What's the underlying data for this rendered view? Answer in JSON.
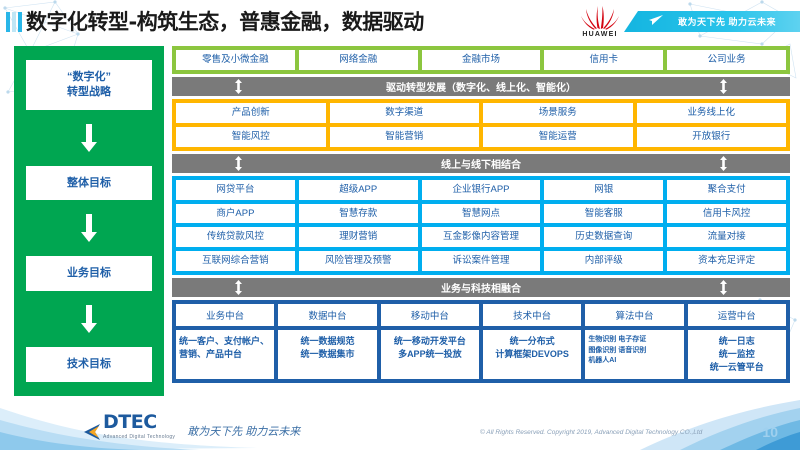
{
  "header": {
    "title": "数字化转型-构筑生态，普惠金融，数据驱动",
    "huawei_logo_name": "huawei-logo",
    "huawei_wordmark": "HUAWEI",
    "banner_slogan": "敢为天下先 助力云未来",
    "banner_icon": "paper-plane-icon"
  },
  "strategy": {
    "boxes": [
      {
        "line1": "“数字化”",
        "line2": "转型战略"
      },
      {
        "line1": "整体目标",
        "line2": ""
      },
      {
        "line1": "业务目标",
        "line2": ""
      },
      {
        "line1": "技术目标",
        "line2": ""
      }
    ]
  },
  "business_band": {
    "color": "#8cc63f",
    "items": [
      "零售及小微金融",
      "网络金融",
      "金融市场",
      "信用卡",
      "公司业务"
    ]
  },
  "divider1": {
    "label": "驱动转型发展（数字化、线上化、智能化）",
    "color": "#7a7a7a"
  },
  "transform_band": {
    "color": "#ffb600",
    "rows": [
      [
        "产品创新",
        "数字渠道",
        "场景服务",
        "业务线上化"
      ],
      [
        "智能风控",
        "智能营销",
        "智能运营",
        "开放银行"
      ]
    ]
  },
  "divider2": {
    "label": "线上与线下相结合",
    "color": "#7a7a7a"
  },
  "channel_band": {
    "color": "#00aeef",
    "rows": [
      [
        "网贷平台",
        "超级APP",
        "企业银行APP",
        "网银",
        "聚合支付"
      ],
      [
        "商户APP",
        "智慧存款",
        "智慧网点",
        "智能客服",
        "信用卡风控"
      ],
      [
        "传统贷款风控",
        "理财营销",
        "互金影像内容管理",
        "历史数据查询",
        "流量对接"
      ],
      [
        "互联网综合营销",
        "风险管理及预警",
        "诉讼案件管理",
        "内部评级",
        "资本充足评定"
      ]
    ]
  },
  "divider3": {
    "label": "业务与科技相融合",
    "color": "#7a7a7a"
  },
  "platform_band": {
    "color": "#1f5fa8",
    "columns": [
      {
        "head": "业务中台",
        "body": "统一客户、支付帐户、营销、产品中台",
        "align": "left"
      },
      {
        "head": "数据中台",
        "body": "统一数据规范\n统一数据集市",
        "align": "center"
      },
      {
        "head": "移动中台",
        "body": "统一移动开发平台\n多APP统一投放",
        "align": "center"
      },
      {
        "head": "技术中台",
        "body": "统一分布式\n计算框架DEVOPS",
        "align": "center"
      },
      {
        "head": "算法中台",
        "body": "生物识别 电子存证\n图像识别 语音识别\n机器人AI",
        "align": "tiny"
      },
      {
        "head": "运营中台",
        "body": "统一日志\n统一监控\n统一云管平台",
        "align": "center"
      }
    ]
  },
  "footer": {
    "brand": "DTEC",
    "brand_sub": "Advanced Digital Technology",
    "slogan": "敢为天下先  助力云未来",
    "copyright": "© All Rights Reserved. Copyright 2019, Advanced Digital Technology CO.,Ltd",
    "page_number": "10"
  }
}
